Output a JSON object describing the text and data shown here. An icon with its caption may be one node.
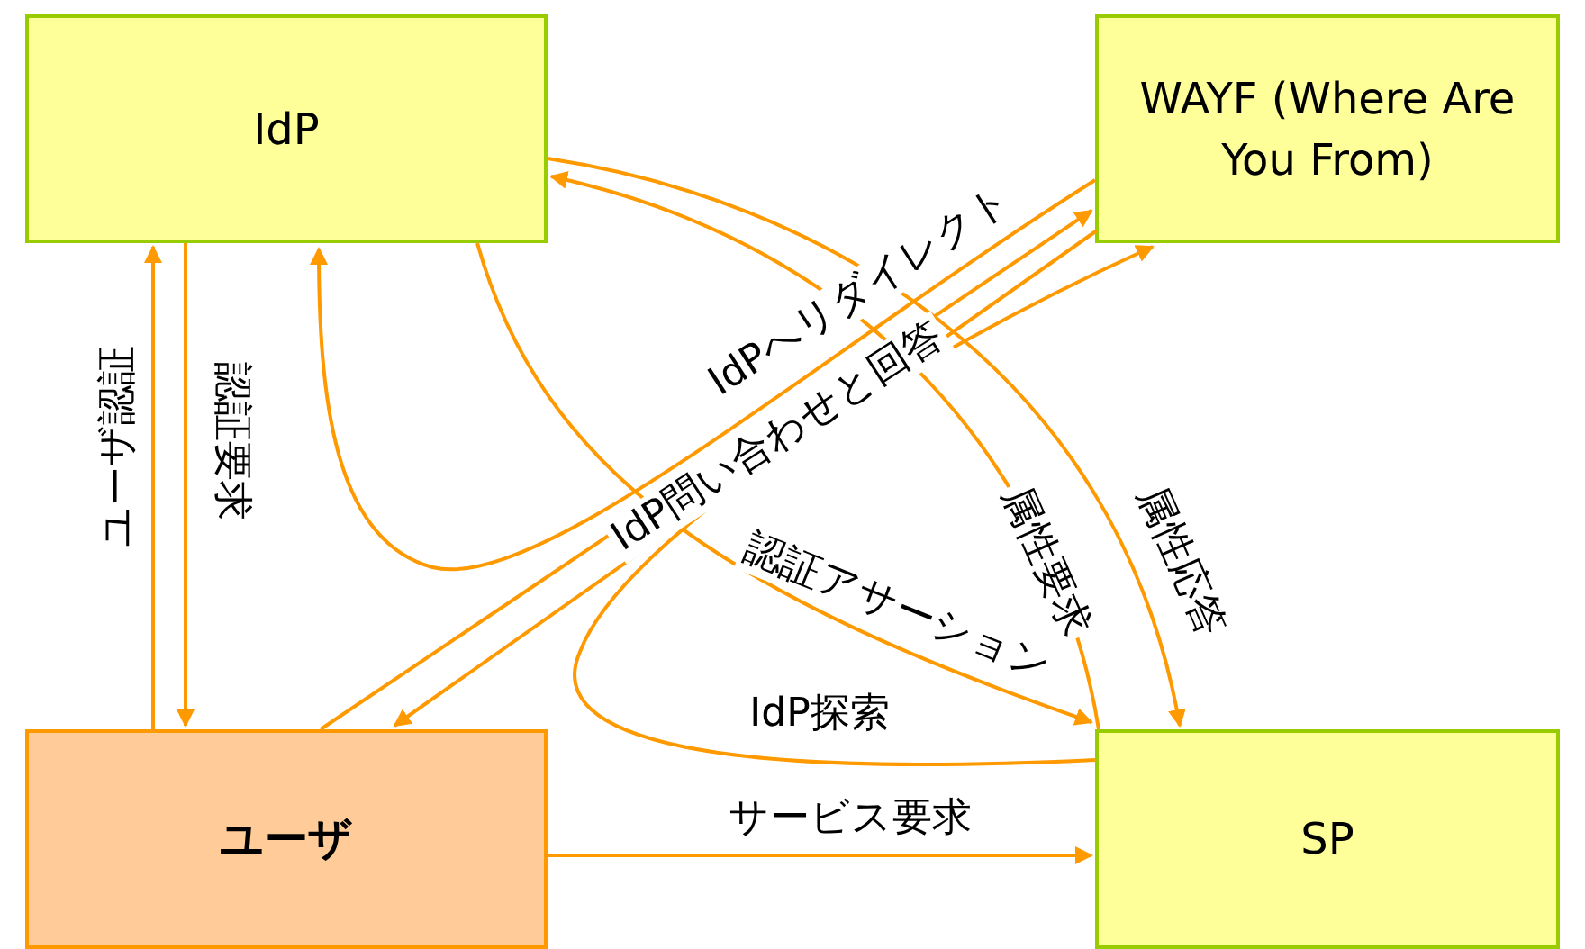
{
  "diagram": {
    "nodes": [
      {
        "text": [
          "IdP"
        ]
      },
      {
        "text": [
          "WAYF (Where Are You From)"
        ]
      },
      {
        "text": [
          "ユーザ"
        ]
      },
      {
        "text": [
          "SP"
        ]
      }
    ],
    "edges": [
      {
        "from": 2,
        "to": 0,
        "arrow": "to",
        "label": "ユーザ認証"
      },
      {
        "from": 0,
        "to": 2,
        "arrow": "to",
        "label": "認証要求"
      },
      {
        "from": 1,
        "to": 0,
        "arrow": "to",
        "label": "IdPへリダイレクト"
      },
      {
        "from": 2,
        "to": 1,
        "arrow": "to",
        "label": "IdP問い合わせと回答"
      },
      {
        "from": 1,
        "to": 2,
        "arrow": "to"
      },
      {
        "from": 3,
        "to": 1,
        "arrow": "to",
        "label": "IdP探索"
      },
      {
        "from": 0,
        "to": 3,
        "arrow": "to",
        "label": "認証アサーション"
      },
      {
        "from": 3,
        "to": 0,
        "arrow": "to",
        "label": "属性要求"
      },
      {
        "from": 0,
        "to": 3,
        "arrow": "to",
        "label": "属性応答"
      },
      {
        "from": 2,
        "to": 3,
        "arrow": "to",
        "label": "サービス要求"
      }
    ]
  }
}
